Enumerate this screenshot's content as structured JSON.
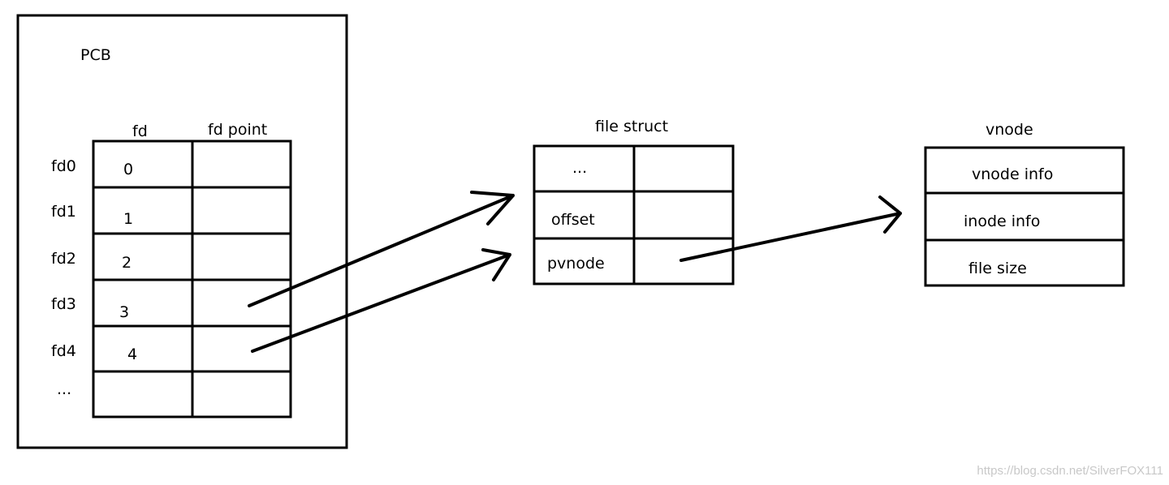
{
  "pcb": {
    "title": "PCB",
    "fd_header": "fd",
    "fd_point_header": "fd point",
    "row_labels": [
      "fd0",
      "fd1",
      "fd2",
      "fd3",
      "fd4",
      "..."
    ],
    "fd_values": [
      "0",
      "1",
      "2",
      "3",
      "4",
      ""
    ]
  },
  "file_struct": {
    "title": "file struct",
    "rows": [
      "...",
      "offset",
      "pvnode"
    ]
  },
  "vnode": {
    "title": "vnode",
    "rows": [
      "vnode info",
      "inode info",
      "file size"
    ]
  },
  "watermark": "https://blog.csdn.net/SilverFOX111"
}
